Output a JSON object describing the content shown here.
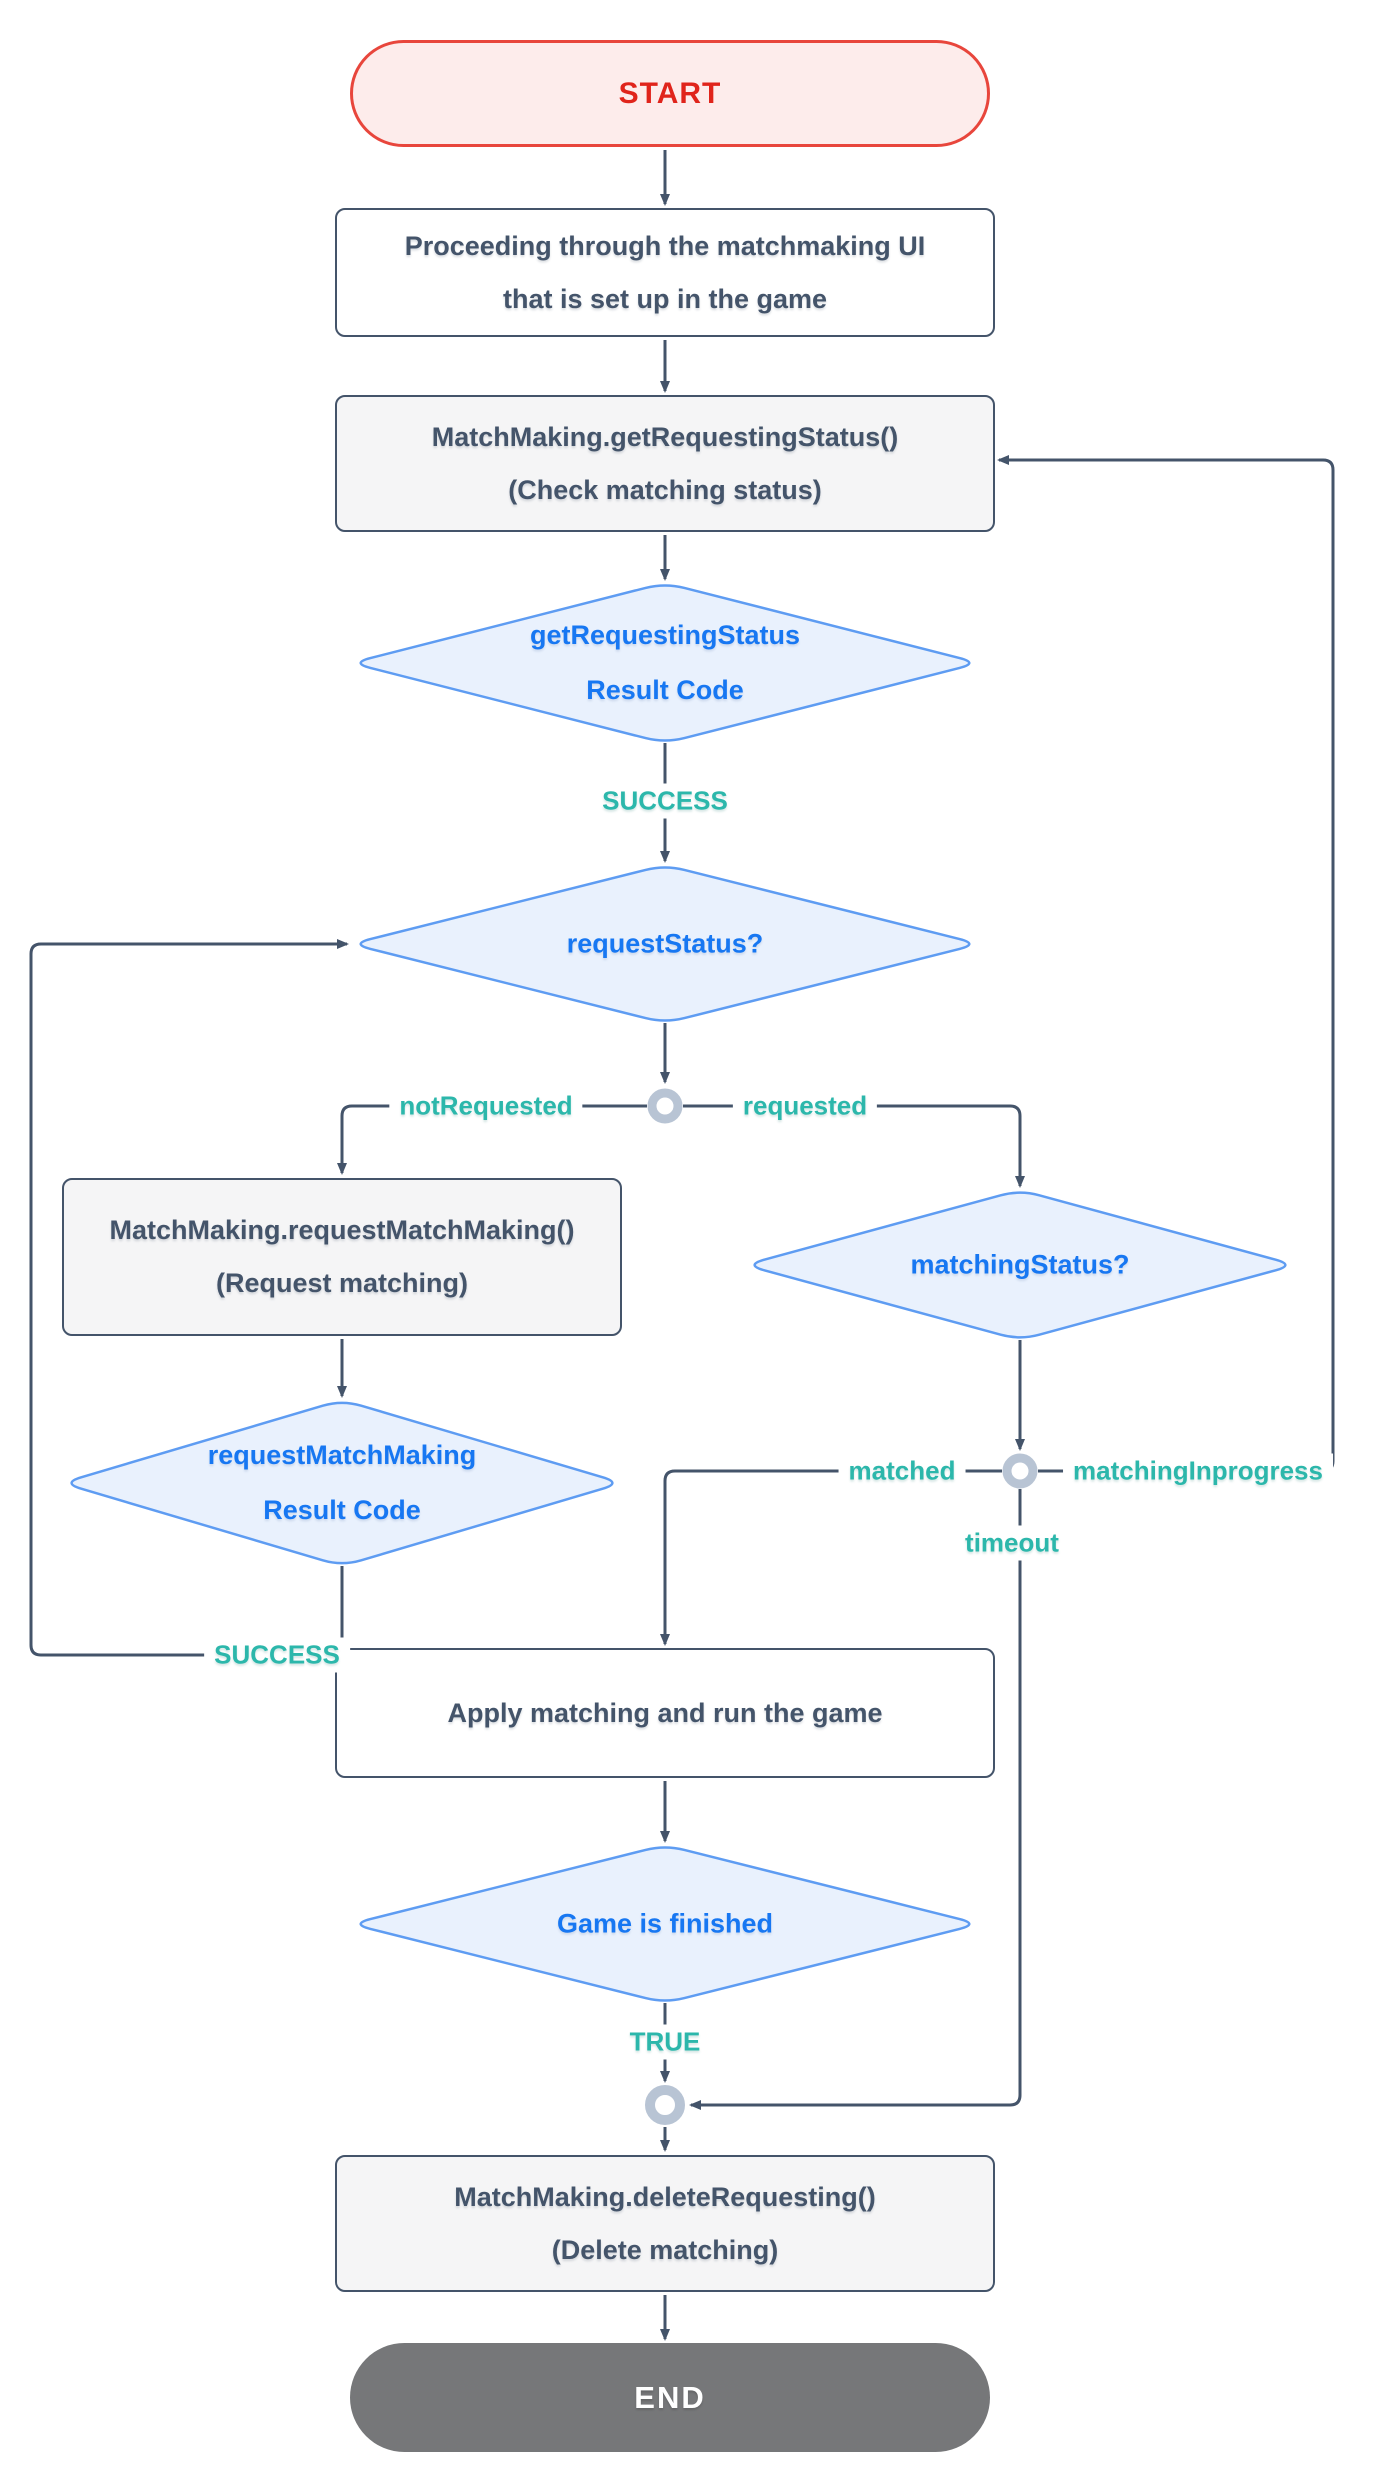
{
  "diagram": {
    "nodes": {
      "start": {
        "label": "START",
        "type": "terminator"
      },
      "proceed_ui": {
        "type": "process",
        "lines": [
          "Proceeding through the matchmaking UI",
          "that is set up in the game"
        ]
      },
      "get_requesting_status": {
        "type": "process",
        "lines": [
          "MatchMaking.getRequestingStatus()",
          "(Check matching status)"
        ]
      },
      "get_requesting_status_result": {
        "type": "decision",
        "lines": [
          "getRequestingStatus",
          "Result Code"
        ]
      },
      "request_status": {
        "type": "decision",
        "lines": [
          "requestStatus?"
        ]
      },
      "request_matchmaking": {
        "type": "process",
        "lines": [
          "MatchMaking.requestMatchMaking()",
          "(Request matching)"
        ]
      },
      "request_matchmaking_result": {
        "type": "decision",
        "lines": [
          "requestMatchMaking",
          "Result Code"
        ]
      },
      "matching_status": {
        "type": "decision",
        "lines": [
          "matchingStatus?"
        ]
      },
      "apply_matching": {
        "type": "process",
        "lines": [
          "Apply matching and run the game"
        ]
      },
      "game_finished": {
        "type": "decision",
        "lines": [
          "Game is finished"
        ]
      },
      "delete_requesting": {
        "type": "process",
        "lines": [
          "MatchMaking.deleteRequesting()",
          "(Delete matching)"
        ]
      },
      "end": {
        "label": "END",
        "type": "terminator"
      }
    },
    "edge_labels": {
      "success_top": "SUCCESS",
      "not_requested": "notRequested",
      "requested": "requested",
      "success_left": "SUCCESS",
      "matched": "matched",
      "matching_inprogress": "matchingInprogress",
      "timeout": "timeout",
      "game_true": "TRUE"
    },
    "colors": {
      "connector": "#44546a",
      "node_border": "#44546a",
      "node_text": "#44546a",
      "white_fill": "#ffffff",
      "gray_fill": "#f5f5f6",
      "decision_fill": "#e9f1fd",
      "decision_border": "#5e9cf2",
      "decision_text": "#1777f2",
      "edge_label": "#2cb7ab",
      "junction_ring": "#b8c4d4",
      "start_fill": "#fdeceb",
      "start_border": "#e8463c",
      "start_text": "#e0241b",
      "end_fill": "#767779",
      "end_text": "#ffffff"
    }
  }
}
